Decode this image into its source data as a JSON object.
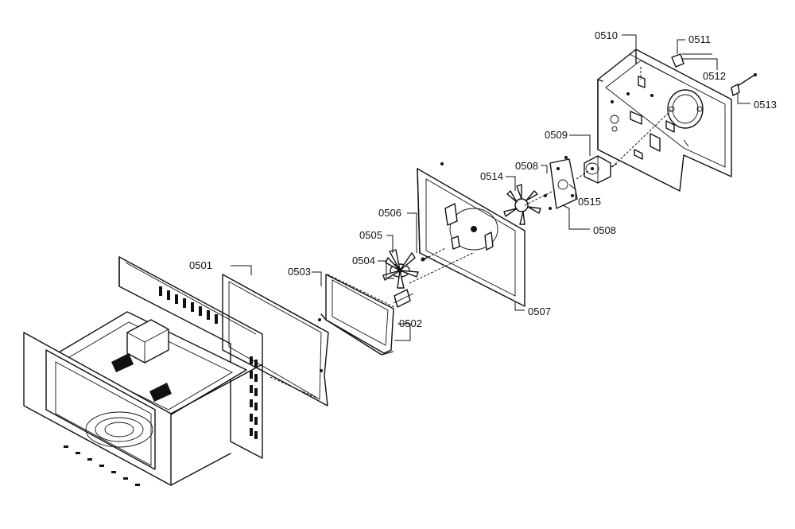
{
  "labels": {
    "p0501": "0501",
    "p0502": "0502",
    "p0503": "0503",
    "p0504": "0504",
    "p0505": "0505",
    "p0506": "0506",
    "p0507": "0507",
    "p0508a": "0508",
    "p0508b": "0508",
    "p0509": "0509",
    "p0510": "0510",
    "p0511": "0511",
    "p0512": "0512",
    "p0513": "0513",
    "p0514": "0514",
    "p0515": "0515"
  }
}
